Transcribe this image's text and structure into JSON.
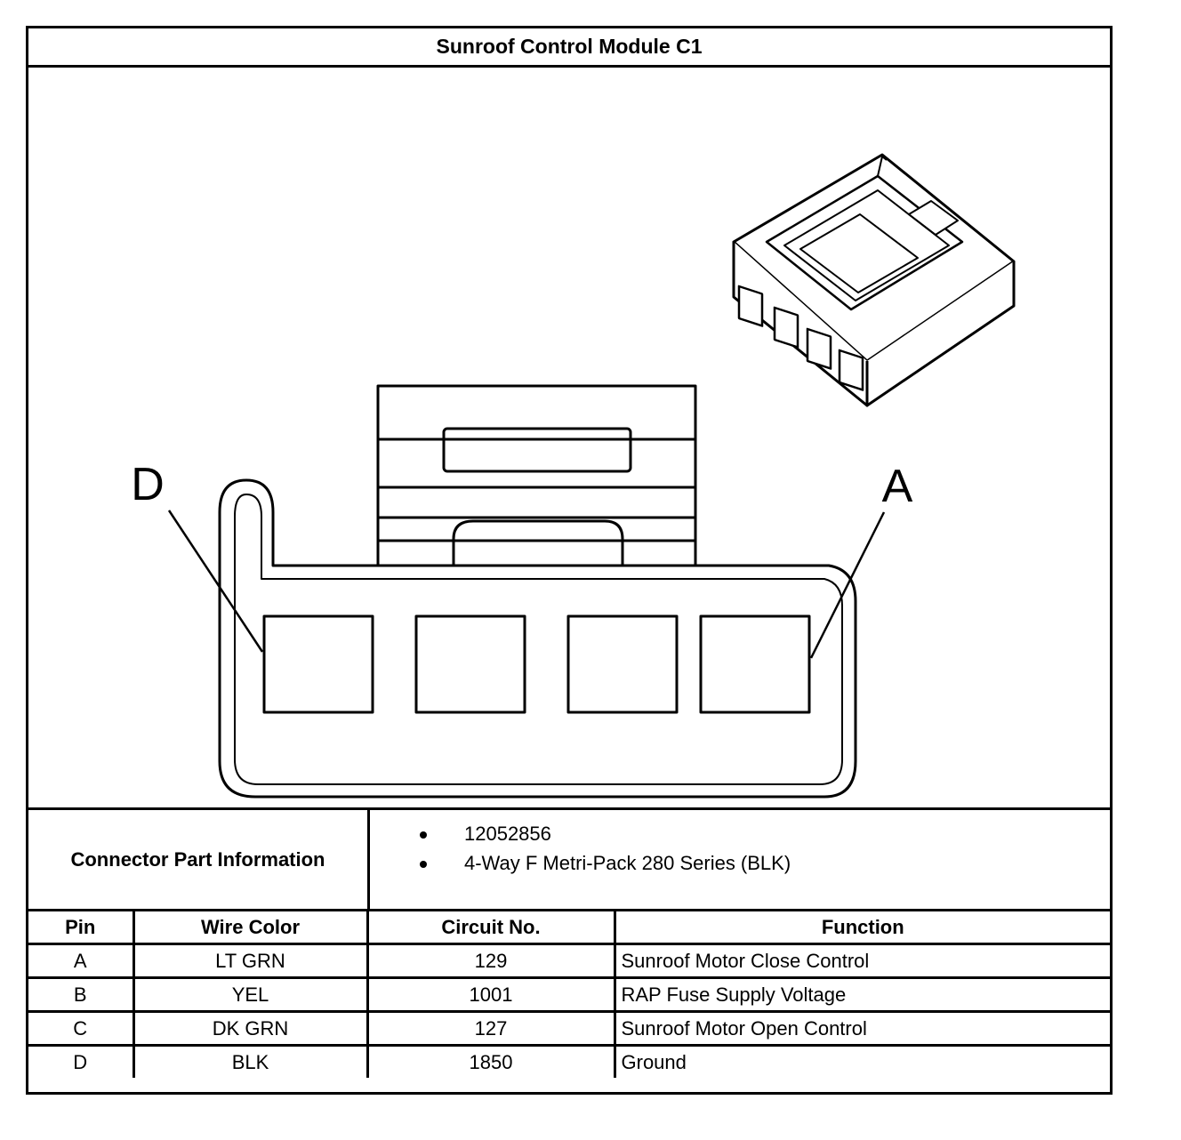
{
  "title": "Sunroof Control Module C1",
  "diagram": {
    "pin_labels": [
      "D",
      "A"
    ]
  },
  "connector_info": {
    "label": "Connector Part Information",
    "items": [
      "12052856",
      "4-Way F Metri-Pack 280 Series (BLK)"
    ]
  },
  "table": {
    "headers": [
      "Pin",
      "Wire Color",
      "Circuit No.",
      "Function"
    ],
    "rows": [
      {
        "pin": "A",
        "color": "LT GRN",
        "circuit": "129",
        "function": "Sunroof Motor Close Control"
      },
      {
        "pin": "B",
        "color": "YEL",
        "circuit": "1001",
        "function": "RAP Fuse Supply Voltage"
      },
      {
        "pin": "C",
        "color": "DK GRN",
        "circuit": "127",
        "function": "Sunroof Motor Open Control"
      },
      {
        "pin": "D",
        "color": "BLK",
        "circuit": "1850",
        "function": "Ground"
      }
    ]
  }
}
